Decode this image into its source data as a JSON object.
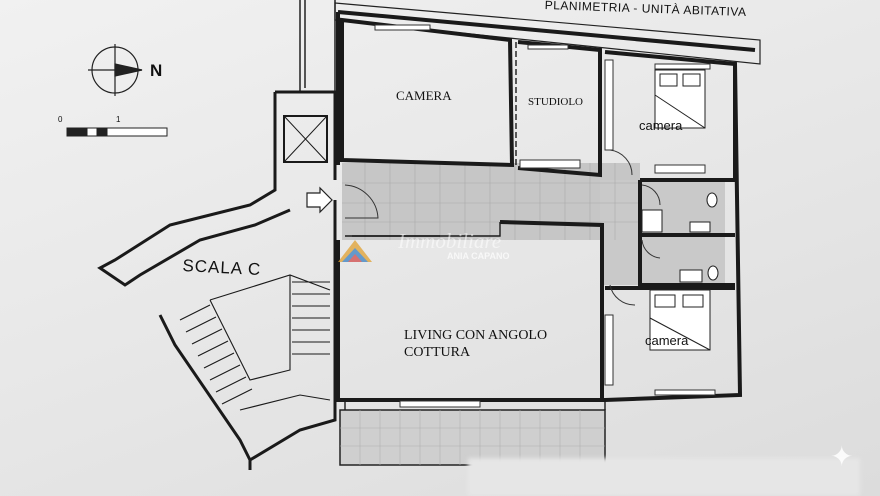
{
  "title_header": "PLANIMETRIA - UNITÀ ABITATIVA",
  "compass": {
    "north_label": "N"
  },
  "scale_bar": {
    "start_label": "0",
    "end_label": "1"
  },
  "rooms": {
    "camera_top_left": "CAMERA",
    "studiolo": "STUDIOLO",
    "camera_top_right": "camera",
    "living_line1": "LIVING CON ANGOLO",
    "living_line2": "COTTURA",
    "camera_bottom_right": "camera"
  },
  "stair_label": "SCALA  C",
  "watermark": {
    "brand": "Immobiliare",
    "sub": "ANIA CAPANO"
  },
  "colors": {
    "wall": "#1a1a1a",
    "tile": "#c4c4c4",
    "paper": "#ececec"
  }
}
